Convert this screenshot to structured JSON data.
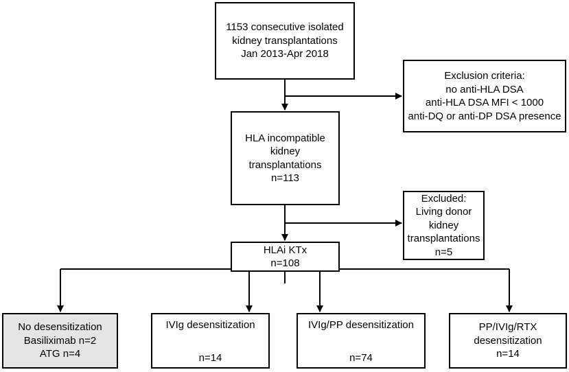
{
  "nodes": {
    "source": {
      "lines": [
        "1153 consecutive isolated",
        "kidney transplantations",
        "Jan 2013-Apr 2018"
      ]
    },
    "exclusion_criteria": {
      "lines": [
        "Exclusion criteria:",
        "no anti-HLA DSA",
        "anti-HLA DSA MFI < 1000",
        "anti-DQ or anti-DP DSA presence"
      ]
    },
    "hla_incompatible": {
      "lines": [
        "HLA incompatible",
        "kidney",
        "transplantations",
        "n=113"
      ]
    },
    "excluded_living": {
      "lines": [
        "Excluded:",
        "Living donor",
        "kidney",
        "transplantations",
        "n=5"
      ]
    },
    "hlai_ktx": {
      "lines": [
        "HLAi KTx",
        "n=108"
      ]
    },
    "arm_no_desensitization": {
      "lines": [
        "No desensitization",
        "Basiliximab n=2",
        "ATG n=4"
      ],
      "fill": "#e5e5e5"
    },
    "arm_ivig": {
      "label": "IVIg desensitization",
      "count": "n=14"
    },
    "arm_ivig_pp": {
      "label": "IVIg/PP desensitization",
      "count": "n=74"
    },
    "arm_pp_ivig_rtx": {
      "lines": [
        "PP/IVIg/RTX",
        "desensitization",
        "n=14"
      ]
    }
  },
  "colors": {
    "line": "#000000",
    "background": "#ffffff",
    "shaded_box": "#e5e5e5"
  }
}
